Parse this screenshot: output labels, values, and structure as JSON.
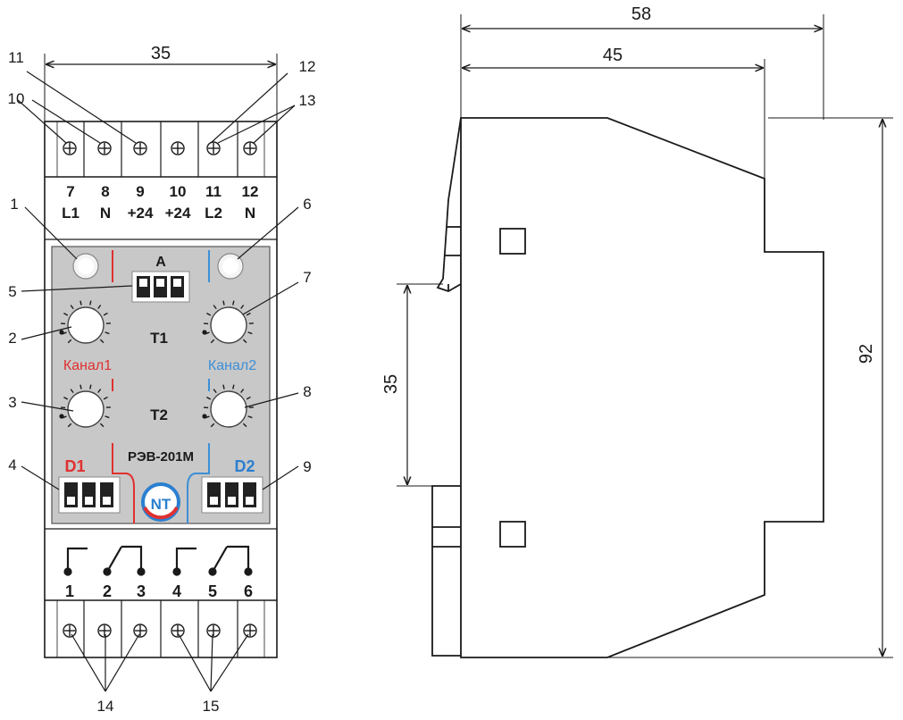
{
  "front": {
    "width_dim": "35",
    "callouts": [
      "1",
      "2",
      "3",
      "4",
      "5",
      "6",
      "7",
      "8",
      "9",
      "10",
      "11",
      "12",
      "13",
      "14",
      "15"
    ],
    "top_terminals": [
      {
        "num": "7",
        "label": "L1"
      },
      {
        "num": "8",
        "label": "N"
      },
      {
        "num": "9",
        "label": "+24"
      },
      {
        "num": "10",
        "label": "+24"
      },
      {
        "num": "11",
        "label": "L2"
      },
      {
        "num": "12",
        "label": "N"
      }
    ],
    "bottom_terminals": [
      "1",
      "2",
      "3",
      "4",
      "5",
      "6"
    ],
    "panel": {
      "switch_a_label": "A",
      "t1_label": "T1",
      "t2_label": "T2",
      "channel1_label": "Канал1",
      "channel2_label": "Канал2",
      "model_label": "РЭВ-201М",
      "d1_label": "D1",
      "d2_label": "D2",
      "logo_text": "NT"
    }
  },
  "side": {
    "width_overall_dim": "58",
    "width_body_dim": "45",
    "rail_dim": "35",
    "height_dim": "92"
  },
  "colors": {
    "line": "#1a1a1a",
    "panel_gray": "#c8c8c8",
    "channel1_red": "#e03030",
    "channel2_blue": "#3d8fd6",
    "logo_red": "#e03030",
    "logo_blue": "#2b7fd0"
  }
}
